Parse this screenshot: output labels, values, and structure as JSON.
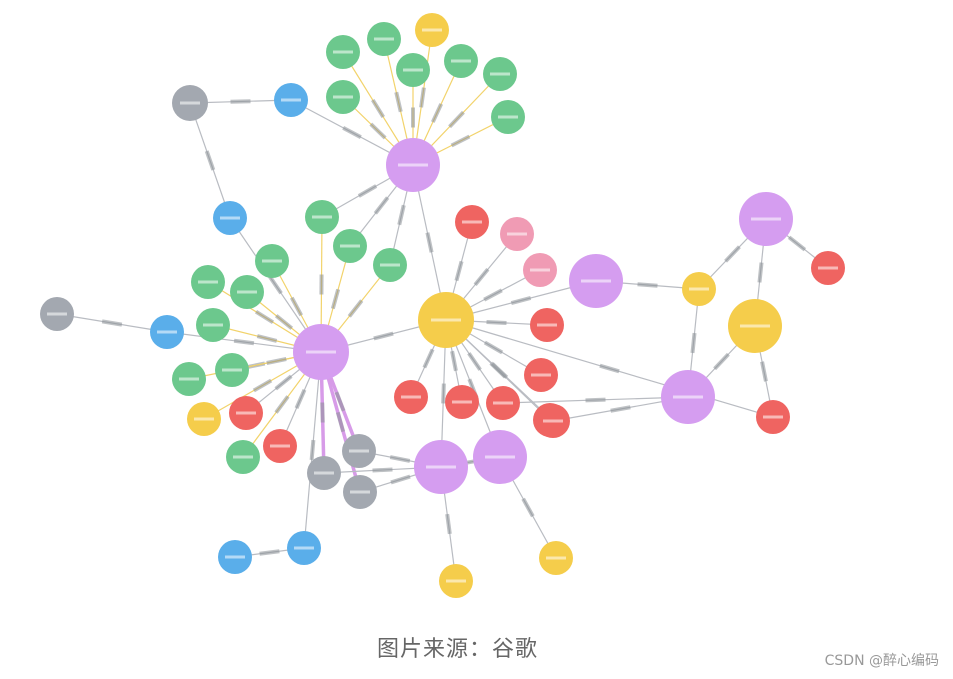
{
  "colors": {
    "grey": "#a3a8b0",
    "blue": "#5aaeea",
    "green": "#6cc88d",
    "yellow": "#f5cd4b",
    "purple": "#d59df0",
    "red": "#ef6461",
    "pink": "#f09bb4",
    "edge": "#b9bcc2",
    "caption": "#666666"
  },
  "nodes": [
    {
      "id": "n1",
      "label": "",
      "color": "grey"
    },
    {
      "id": "n2",
      "label": "",
      "color": "blue"
    },
    {
      "id": "n3",
      "label": "",
      "color": "green"
    },
    {
      "id": "n4",
      "label": "",
      "color": "green"
    },
    {
      "id": "n5",
      "label": "",
      "color": "yellow"
    },
    {
      "id": "n6",
      "label": "",
      "color": "green"
    },
    {
      "id": "n7",
      "label": "",
      "color": "green"
    },
    {
      "id": "n8",
      "label": "",
      "color": "green"
    },
    {
      "id": "n9",
      "label": "",
      "color": "green"
    },
    {
      "id": "n10",
      "label": "",
      "color": "green"
    },
    {
      "id": "n11",
      "label": "",
      "color": "purple"
    },
    {
      "id": "n12",
      "label": "",
      "color": "blue"
    },
    {
      "id": "n13",
      "label": "",
      "color": "green"
    },
    {
      "id": "n14",
      "label": "",
      "color": "green"
    },
    {
      "id": "n15",
      "label": "",
      "color": "green"
    },
    {
      "id": "n16",
      "label": "",
      "color": "green"
    },
    {
      "id": "n17",
      "label": "",
      "color": "green"
    },
    {
      "id": "n18",
      "label": "",
      "color": "green"
    },
    {
      "id": "n19",
      "label": "",
      "color": "green"
    },
    {
      "id": "n20",
      "label": "",
      "color": "green"
    },
    {
      "id": "n21",
      "label": "",
      "color": "grey"
    },
    {
      "id": "n22",
      "label": "",
      "color": "blue"
    },
    {
      "id": "n23",
      "label": "",
      "color": "purple"
    },
    {
      "id": "n24",
      "label": "",
      "color": "yellow"
    },
    {
      "id": "n25",
      "label": "",
      "color": "green"
    },
    {
      "id": "n26",
      "label": "",
      "color": "yellow"
    },
    {
      "id": "n27",
      "label": "",
      "color": "red"
    },
    {
      "id": "n28",
      "label": "",
      "color": "red"
    },
    {
      "id": "n29",
      "label": "",
      "color": "green"
    },
    {
      "id": "n30",
      "label": "",
      "color": "grey"
    },
    {
      "id": "n31",
      "label": "",
      "color": "grey"
    },
    {
      "id": "n32",
      "label": "",
      "color": "grey"
    },
    {
      "id": "n33",
      "label": "",
      "color": "blue"
    },
    {
      "id": "n34",
      "label": "",
      "color": "blue"
    },
    {
      "id": "n35",
      "label": "",
      "color": "red"
    },
    {
      "id": "n36",
      "label": "",
      "color": "pink"
    },
    {
      "id": "n37",
      "label": "",
      "color": "pink"
    },
    {
      "id": "n38",
      "label": "",
      "color": "purple"
    },
    {
      "id": "n39",
      "label": "",
      "color": "red"
    },
    {
      "id": "n40",
      "label": "",
      "color": "red"
    },
    {
      "id": "n41",
      "label": "",
      "color": "red"
    },
    {
      "id": "n42",
      "label": "",
      "color": "red"
    },
    {
      "id": "n43",
      "label": "",
      "color": "red"
    },
    {
      "id": "n44",
      "label": "",
      "color": "red"
    },
    {
      "id": "n45",
      "label": "",
      "color": "purple"
    },
    {
      "id": "n46",
      "label": "",
      "color": "purple"
    },
    {
      "id": "n47",
      "label": "",
      "color": "yellow"
    },
    {
      "id": "n48",
      "label": "",
      "color": "yellow"
    },
    {
      "id": "n49",
      "label": "",
      "color": "purple"
    },
    {
      "id": "n50",
      "label": "",
      "color": "yellow"
    },
    {
      "id": "n51",
      "label": "",
      "color": "red"
    },
    {
      "id": "n52",
      "label": "",
      "color": "purple"
    },
    {
      "id": "n53",
      "label": "",
      "color": "red"
    },
    {
      "id": "n54",
      "label": "",
      "color": "red"
    },
    {
      "id": "n55",
      "label": "",
      "color": "yellow"
    }
  ],
  "edges": [
    {
      "from": "n1",
      "to": "n2",
      "style": "grey"
    },
    {
      "from": "n1",
      "to": "n12",
      "style": "grey"
    },
    {
      "from": "n2",
      "to": "n11",
      "style": "grey"
    },
    {
      "from": "n3",
      "to": "n11",
      "style": "yellow"
    },
    {
      "from": "n4",
      "to": "n11",
      "style": "yellow"
    },
    {
      "from": "n5",
      "to": "n11",
      "style": "yellow"
    },
    {
      "from": "n6",
      "to": "n11",
      "style": "yellow"
    },
    {
      "from": "n7",
      "to": "n11",
      "style": "yellow"
    },
    {
      "from": "n8",
      "to": "n11",
      "style": "yellow"
    },
    {
      "from": "n9",
      "to": "n11",
      "style": "yellow"
    },
    {
      "from": "n10",
      "to": "n11",
      "style": "yellow"
    },
    {
      "from": "n11",
      "to": "n26",
      "style": "grey"
    },
    {
      "from": "n11",
      "to": "n15",
      "style": "grey"
    },
    {
      "from": "n11",
      "to": "n16",
      "style": "grey"
    },
    {
      "from": "n11",
      "to": "n17",
      "style": "grey"
    },
    {
      "from": "n12",
      "to": "n23",
      "style": "grey"
    },
    {
      "from": "n13",
      "to": "n23",
      "style": "yellow"
    },
    {
      "from": "n14",
      "to": "n23",
      "style": "yellow"
    },
    {
      "from": "n15",
      "to": "n23",
      "style": "yellow"
    },
    {
      "from": "n16",
      "to": "n23",
      "style": "yellow"
    },
    {
      "from": "n17",
      "to": "n23",
      "style": "yellow"
    },
    {
      "from": "n18",
      "to": "n23",
      "style": "yellow"
    },
    {
      "from": "n19",
      "to": "n23",
      "style": "yellow"
    },
    {
      "from": "n20",
      "to": "n23",
      "style": "yellow"
    },
    {
      "from": "n21",
      "to": "n22",
      "style": "grey"
    },
    {
      "from": "n22",
      "to": "n23",
      "style": "grey"
    },
    {
      "from": "n24",
      "to": "n23",
      "style": "yellow"
    },
    {
      "from": "n25",
      "to": "n23",
      "style": "yellow"
    },
    {
      "from": "n27",
      "to": "n23",
      "style": "grey"
    },
    {
      "from": "n28",
      "to": "n23",
      "style": "grey"
    },
    {
      "from": "n29",
      "to": "n23",
      "style": "yellow"
    },
    {
      "from": "n23",
      "to": "n26",
      "style": "grey"
    },
    {
      "from": "n23",
      "to": "n30",
      "style": "purple"
    },
    {
      "from": "n23",
      "to": "n31",
      "style": "purple"
    },
    {
      "from": "n23",
      "to": "n32",
      "style": "purple"
    },
    {
      "from": "n23",
      "to": "n33",
      "style": "grey"
    },
    {
      "from": "n33",
      "to": "n34",
      "style": "grey"
    },
    {
      "from": "n30",
      "to": "n45",
      "style": "grey"
    },
    {
      "from": "n31",
      "to": "n45",
      "style": "grey"
    },
    {
      "from": "n32",
      "to": "n45",
      "style": "grey"
    },
    {
      "from": "n26",
      "to": "n35",
      "style": "grey"
    },
    {
      "from": "n26",
      "to": "n36",
      "style": "grey"
    },
    {
      "from": "n26",
      "to": "n37",
      "style": "grey"
    },
    {
      "from": "n26",
      "to": "n38",
      "style": "grey"
    },
    {
      "from": "n26",
      "to": "n39",
      "style": "grey"
    },
    {
      "from": "n26",
      "to": "n40",
      "style": "grey"
    },
    {
      "from": "n26",
      "to": "n41",
      "style": "grey"
    },
    {
      "from": "n26",
      "to": "n42",
      "style": "grey"
    },
    {
      "from": "n26",
      "to": "n43",
      "style": "grey"
    },
    {
      "from": "n26",
      "to": "n44",
      "style": "grey"
    },
    {
      "from": "n26",
      "to": "n53",
      "style": "grey"
    },
    {
      "from": "n26",
      "to": "n54",
      "style": "grey"
    },
    {
      "from": "n26",
      "to": "n45",
      "style": "grey"
    },
    {
      "from": "n26",
      "to": "n46",
      "style": "grey"
    },
    {
      "from": "n45",
      "to": "n48",
      "style": "grey"
    },
    {
      "from": "n46",
      "to": "n47",
      "style": "grey"
    },
    {
      "from": "n46",
      "to": "n45",
      "style": "grey"
    },
    {
      "from": "n50",
      "to": "n38",
      "style": "grey"
    },
    {
      "from": "n50",
      "to": "n49",
      "style": "grey"
    },
    {
      "from": "n50",
      "to": "n52",
      "style": "grey"
    },
    {
      "from": "n49",
      "to": "n51",
      "style": "grey"
    },
    {
      "from": "n49",
      "to": "n55",
      "style": "grey"
    },
    {
      "from": "n55",
      "to": "n52",
      "style": "grey"
    },
    {
      "from": "n52",
      "to": "n53",
      "style": "grey"
    },
    {
      "from": "n52",
      "to": "n43",
      "style": "grey"
    },
    {
      "from": "n55",
      "to": "n54",
      "style": "grey"
    }
  ],
  "caption": "图片来源：谷歌",
  "watermark": "CSDN @醉心编码"
}
